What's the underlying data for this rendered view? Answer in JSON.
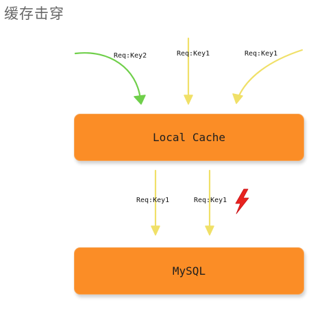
{
  "title": "缓存击穿",
  "boxes": {
    "cache_label": "Local Cache",
    "db_label": "MySQL"
  },
  "requests": {
    "top": [
      {
        "label": "Req:Key2",
        "arrow_color": "#66cc44"
      },
      {
        "label": "Req:Key1",
        "arrow_color": "#f0e060"
      },
      {
        "label": "Req:Key1",
        "arrow_color": "#f0e060"
      }
    ],
    "bottom": [
      {
        "label": "Req:Key1",
        "arrow_color": "#f0e060"
      },
      {
        "label": "Req:Key1",
        "arrow_color": "#f0e060"
      }
    ]
  },
  "colors": {
    "box_fill": "#fb8d26",
    "lightning": "#e8231f"
  },
  "icons": {
    "alert": "lightning-bolt-icon"
  }
}
